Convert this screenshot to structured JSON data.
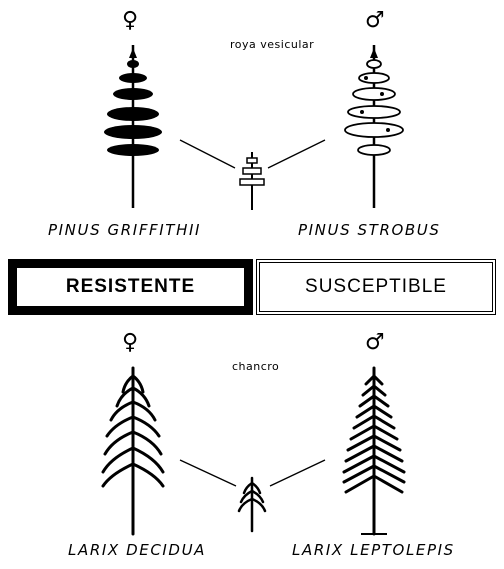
{
  "top": {
    "female_symbol": "♀",
    "male_symbol": "♂",
    "disease_label": "roya vesicular",
    "left_species": "PINUS GRIFFITHII",
    "right_species": "PINUS STROBUS"
  },
  "band": {
    "resistant_label": "RESISTENTE",
    "susceptible_label": "SUSCEPTIBLE"
  },
  "bottom": {
    "female_symbol": "♀",
    "male_symbol": "♂",
    "disease_label": "chancro",
    "left_species": "LARIX DECIDUA",
    "right_species": "LARIX LEPTOLEPIS"
  }
}
